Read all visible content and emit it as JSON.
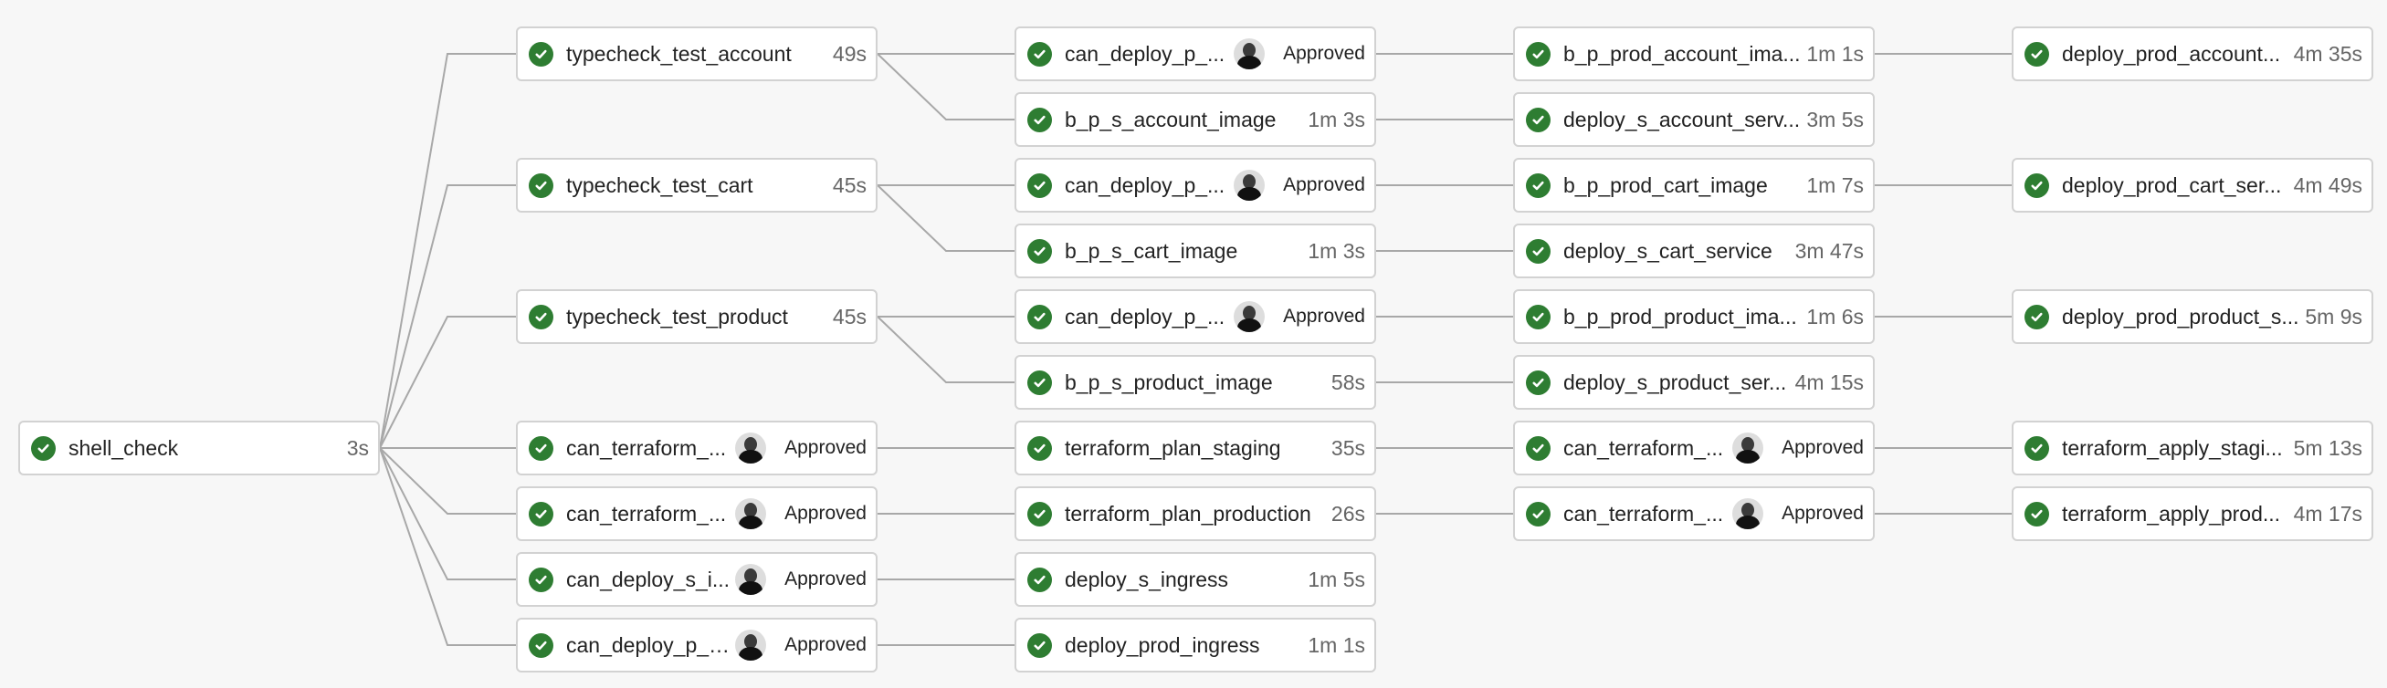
{
  "pipeline": {
    "columns": [
      [
        {
          "name": "shell_check",
          "duration": "3s"
        }
      ],
      [
        {
          "name": "typecheck_test_account",
          "duration": "49s"
        },
        {
          "name": "typecheck_test_cart",
          "duration": "45s"
        },
        {
          "name": "typecheck_test_product",
          "duration": "45s"
        },
        {
          "name": "can_terraform_...",
          "status": "Approved",
          "manual": true
        },
        {
          "name": "can_terraform_...",
          "status": "Approved",
          "manual": true
        },
        {
          "name": "can_deploy_s_i...",
          "status": "Approved",
          "manual": true
        },
        {
          "name": "can_deploy_p_i...",
          "status": "Approved",
          "manual": true
        }
      ],
      [
        {
          "name": "can_deploy_p_...",
          "status": "Approved",
          "manual": true
        },
        {
          "name": "b_p_s_account_image",
          "duration": "1m 3s"
        },
        {
          "name": "can_deploy_p_...",
          "status": "Approved",
          "manual": true
        },
        {
          "name": "b_p_s_cart_image",
          "duration": "1m 3s"
        },
        {
          "name": "can_deploy_p_...",
          "status": "Approved",
          "manual": true
        },
        {
          "name": "b_p_s_product_image",
          "duration": "58s"
        },
        {
          "name": "terraform_plan_staging",
          "duration": "35s"
        },
        {
          "name": "terraform_plan_production",
          "duration": "26s"
        },
        {
          "name": "deploy_s_ingress",
          "duration": "1m 5s"
        },
        {
          "name": "deploy_prod_ingress",
          "duration": "1m 1s"
        }
      ],
      [
        {
          "name": "b_p_prod_account_ima...",
          "duration": "1m 1s"
        },
        {
          "name": "deploy_s_account_serv...",
          "duration": "3m 5s"
        },
        {
          "name": "b_p_prod_cart_image",
          "duration": "1m 7s"
        },
        {
          "name": "deploy_s_cart_service",
          "duration": "3m 47s"
        },
        {
          "name": "b_p_prod_product_ima...",
          "duration": "1m 6s"
        },
        {
          "name": "deploy_s_product_ser...",
          "duration": "4m 15s"
        },
        {
          "name": "can_terraform_...",
          "status": "Approved",
          "manual": true
        },
        {
          "name": "can_terraform_...",
          "status": "Approved",
          "manual": true
        }
      ],
      [
        {
          "name": "deploy_prod_account...",
          "duration": "4m 35s"
        },
        {
          "name": "deploy_prod_cart_ser...",
          "duration": "4m 49s"
        },
        {
          "name": "deploy_prod_product_s...",
          "duration": "5m 9s"
        },
        {
          "name": "terraform_apply_stagi...",
          "duration": "5m 13s"
        },
        {
          "name": "terraform_apply_prod...",
          "duration": "4m 17s"
        }
      ]
    ],
    "status_icon": "check-circle-icon",
    "colors": {
      "success": "#2e7d32",
      "edge": "#a8a8a8",
      "border": "#d2d2d2"
    }
  }
}
